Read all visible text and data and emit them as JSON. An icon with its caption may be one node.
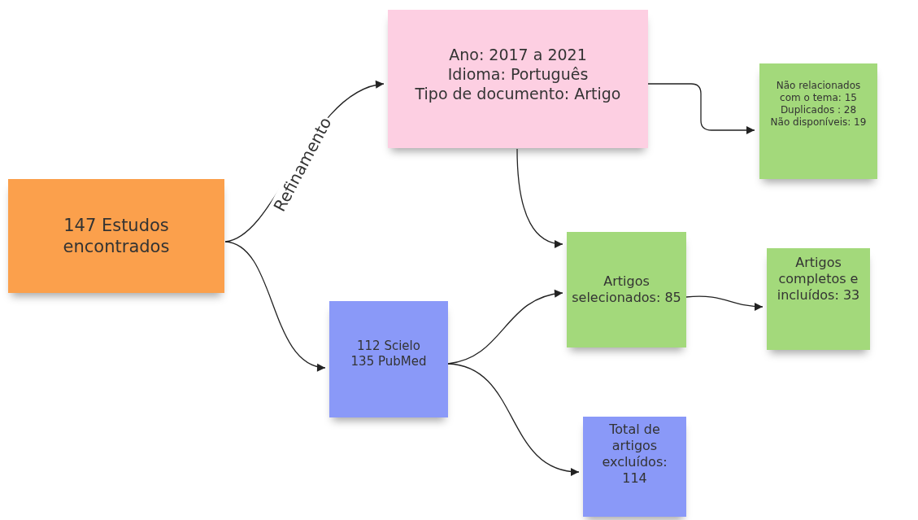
{
  "diagram": {
    "nodes": [
      {
        "text": [
          "147 Estudos encontrados"
        ]
      },
      {
        "text": [
          "Ano: 2017 a 2021",
          "Idioma: Português",
          "Tipo de documento: Artigo"
        ]
      },
      {
        "text": [
          "Não relacionados com o tema: 15",
          "Duplicados : 28",
          "Não disponíveis: 19"
        ]
      },
      {
        "text": [
          "112 Scielo",
          "135 PubMed"
        ]
      },
      {
        "text": [
          "Artigos selecionados: 85"
        ]
      },
      {
        "text": [
          "Artigos completos e incluídos: 33"
        ]
      },
      {
        "text": [
          "Total de artigos excluídos: 114"
        ]
      }
    ],
    "edges": [
      {
        "from": 0,
        "to": 1,
        "arrow": "to",
        "label": "Refinamento"
      },
      {
        "from": 0,
        "to": 3,
        "arrow": "to"
      },
      {
        "from": 1,
        "to": 2,
        "arrow": "to"
      },
      {
        "from": 1,
        "to": 4,
        "arrow": "to"
      },
      {
        "from": 3,
        "to": 4,
        "arrow": "to"
      },
      {
        "from": 3,
        "to": 6,
        "arrow": "to"
      },
      {
        "from": 4,
        "to": 5,
        "arrow": "to"
      }
    ]
  }
}
